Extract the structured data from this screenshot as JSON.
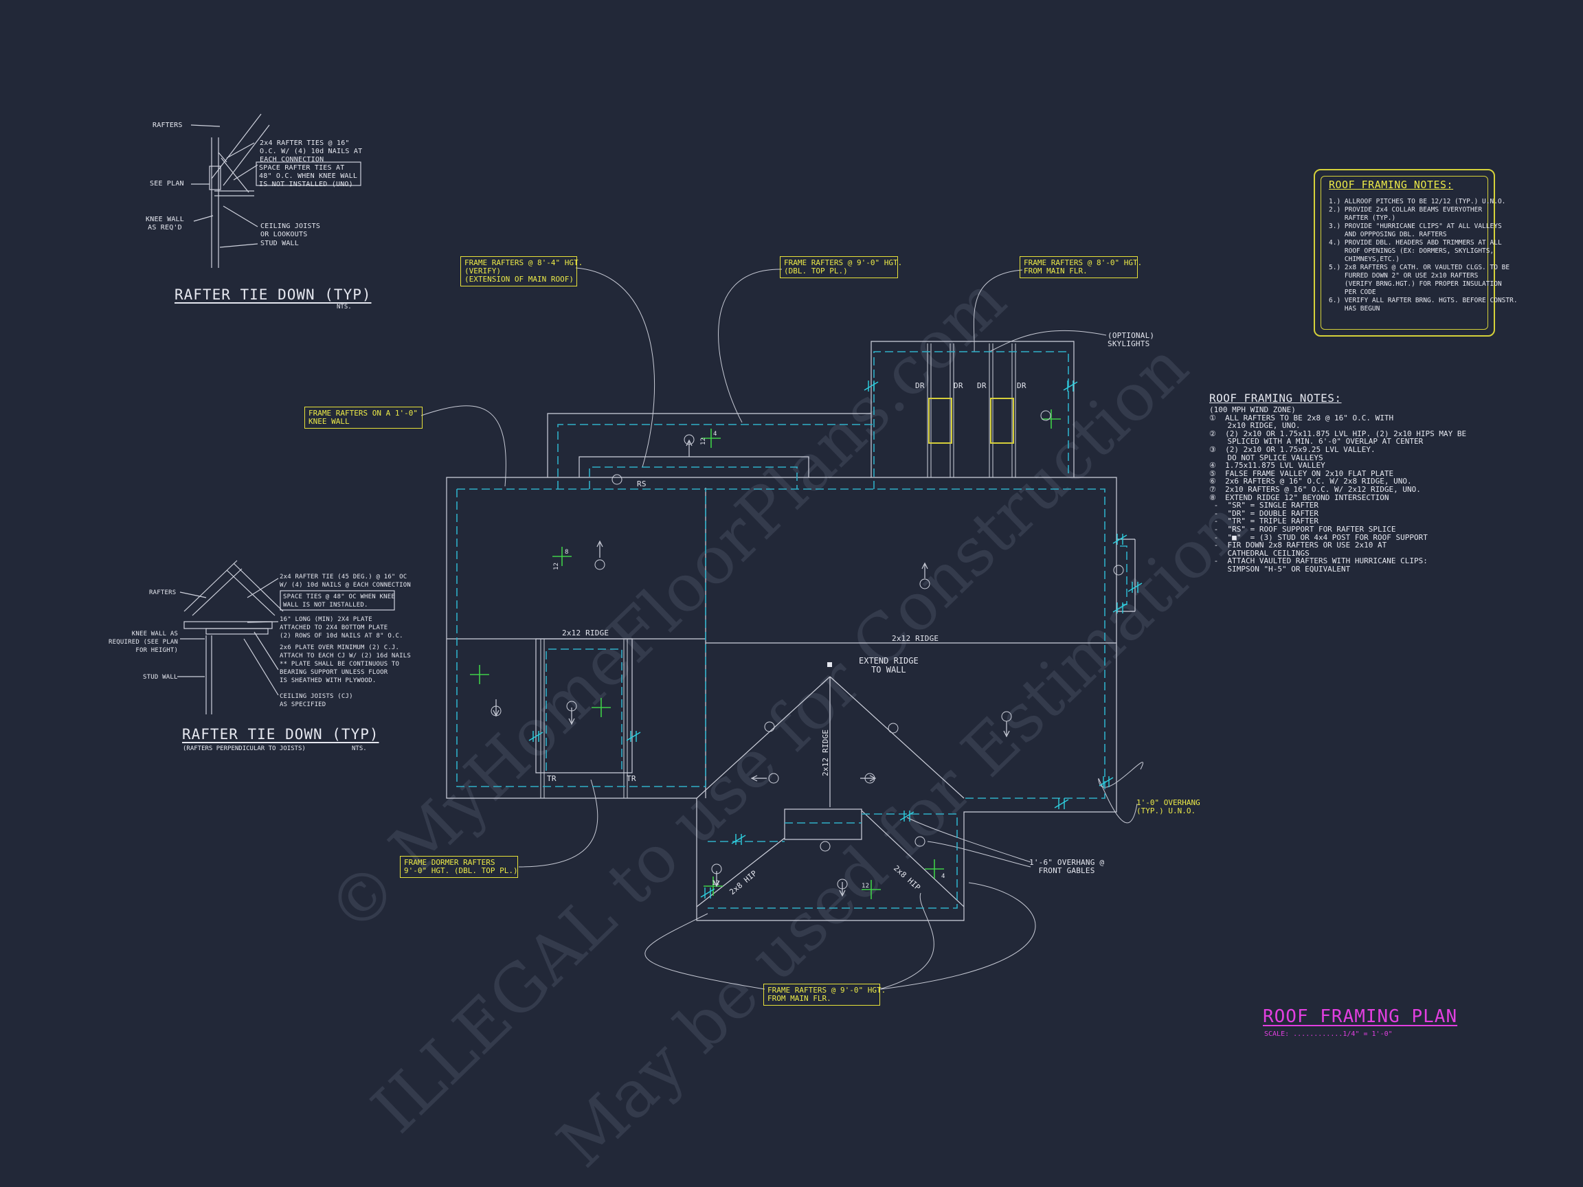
{
  "watermark": {
    "line1": "© MyHomeFloorPlans.com",
    "line2": "ILLEGAL to use for Construction",
    "line3": "May be used for Estimation"
  },
  "detail_top": {
    "title": "RAFTER TIE DOWN (TYP)",
    "nts": "NTS.",
    "labels": {
      "rafters": "RAFTERS",
      "see_plan": "SEE PLAN",
      "knee_wall": "KNEE WALL\nAS REQ'D",
      "ties": "2x4 RAFTER TIES @ 16\"\nO.C. W/ (4) 10d NAILS AT\nEACH CONNECTION",
      "space": "SPACE RAFTER TIES AT\n48\" O.C. WHEN KNEE WALL\nIS NOT INSTALLED (UNO)",
      "ceiling": "CEILING JOISTS\nOR LOOKOUTS",
      "stud": "STUD WALL"
    }
  },
  "detail_bottom": {
    "title": "RAFTER TIE DOWN (TYP)",
    "subtitle": "(RAFTERS PERPENDICULAR TO JOISTS)",
    "nts": "NTS.",
    "labels": {
      "rafters": "RAFTERS",
      "knee_wall": "KNEE WALL AS\nREQUIRED (SEE PLAN\nFOR HEIGHT)",
      "stud": "STUD WALL",
      "tie": "2x4 RAFTER TIE (45 DEG.) @ 16\" OC\nW/ (4) 10d NAILS @ EACH CONNECTION",
      "space": "SPACE TIES @ 48\" OC WHEN KNEE\nWALL IS NOT INSTALLED.",
      "plate": "16\" LONG (MIN) 2X4 PLATE\nATTACHED TO 2X4 BOTTOM PLATE\n(2) ROWS OF 10d NAILS AT 8\" O.C.",
      "over": "2x6 PLATE OVER MINIMUM (2) C.J.\nATTACH TO EACH CJ W/ (2) 16d NAILS\n** PLATE SHALL BE CONTINUOUS TO\nBEARING SUPPORT UNLESS FLOOR\nIS SHEATHED WITH PLYWOOD.",
      "ceiling": "CEILING JOISTS (CJ)\nAS SPECIFIED"
    }
  },
  "callouts": {
    "c1": "FRAME RAFTERS @ 8'-4\" HGT.\n(VERIFY)\n(EXTENSION OF MAIN ROOF)",
    "c2": "FRAME RAFTERS @ 9'-0\" HGT.\n(DBL. TOP PL.)",
    "c3": "FRAME RAFTERS @ 8'-0\" HGT.\nFROM MAIN FLR.",
    "c4": "FRAME RAFTERS ON A 1'-0\"\nKNEE WALL",
    "c5": "FRAME DORMER RAFTERS\n9'-0\" HGT. (DBL. TOP PL.)",
    "c6": "FRAME RAFTERS @ 9'-0\" HGT.\nFROM MAIN FLR."
  },
  "plan_labels": {
    "skylights": "(OPTIONAL)\nSKYLIGHTS",
    "extend_ridge": "EXTEND RIDGE\nTO WALL",
    "ridge_left": "2x12 RIDGE",
    "ridge_main": "2x12 RIDGE",
    "ridge_vert": "2x12 RIDGE",
    "hip_left": "2x8 HIP",
    "hip_right": "2x8 HIP",
    "front_gables": "1'-6\" OVERHANG @\nFRONT GABLES",
    "overhang": "1'-0\" OVERHANG\n(TYP.) U.N.O.",
    "rs": "RS",
    "dr": "DR",
    "tr": "TR",
    "pitch_12": "12",
    "pitch_4": "4",
    "pitch_8": "8"
  },
  "notes_yellow": {
    "title": "ROOF FRAMING NOTES:",
    "body": "1.) ALLROOF PITCHES TO BE 12/12 (TYP.) U.N.O.\n2.) PROVIDE 2x4 COLLAR BEAMS EVERYOTHER\n    RAFTER (TYP.)\n3.) PROVIDE \"HURRICANE CLIPS\" AT ALL VALLEYS\n    AND OPPPOSING DBL. RAFTERS\n4.) PROVIDE DBL. HEADERS ABD TRIMMERS AT ALL\n    ROOF OPENINGS (EX: DORMERS, SKYLIGHTS,\n    CHIMNEYS,ETC.)\n5.) 2x8 RAFTERS @ CATH. OR VAULTED CLGS. TO BE\n    FURRED DOWN 2\" OR USE 2x10 RAFTERS\n    (VERIFY BRNG.HGT.) FOR PROPER INSULATION\n    PER CODE\n6.) VERIFY ALL RAFTER BRNG. HGTS. BEFORE CONSTR.\n    HAS BEGUN"
  },
  "notes_white": {
    "title": "ROOF FRAMING NOTES:",
    "body": "(100 MPH WIND ZONE)\n①  ALL RAFTERS TO BE 2x8 @ 16\" O.C. WITH\n    2x10 RIDGE, UNO.\n②  (2) 2x10 OR 1.75x11.875 LVL HIP. (2) 2x10 HIPS MAY BE\n    SPLICED WITH A MIN. 6'-0\" OVERLAP AT CENTER\n③  (2) 2x10 OR 1.75x9.25 LVL VALLEY.\n    DO NOT SPLICE VALLEYS\n④  1.75x11.875 LVL VALLEY\n⑤  FALSE FRAME VALLEY ON 2x10 FLAT PLATE\n⑥  2x6 RAFTERS @ 16\" O.C. W/ 2x8 RIDGE, UNO.\n⑦  2x10 RAFTERS @ 16\" O.C. W/ 2x12 RIDGE, UNO.\n⑧  EXTEND RIDGE 12\" BEYOND INTERSECTION\n -  \"SR\" = SINGLE RAFTER\n -  \"DR\" = DOUBLE RAFTER\n -  \"TR\" = TRIPLE RAFTER\n -  \"RS\" = ROOF SUPPORT FOR RAFTER SPLICE\n -  \"■\"  = (3) STUD OR 4x4 POST FOR ROOF SUPPORT\n -  FIR DOWN 2x8 RAFTERS OR USE 2x10 AT\n    CATHEDRAL CEILINGS\n -  ATTACH VAULTED RAFTERS WITH HURRICANE CLIPS:\n    SIMPSON \"H-5\" OR EQUIVALENT"
  },
  "plan_title": {
    "title": "ROOF FRAMING PLAN",
    "scale": "SCALE: ............1/4\" = 1'-0\""
  }
}
